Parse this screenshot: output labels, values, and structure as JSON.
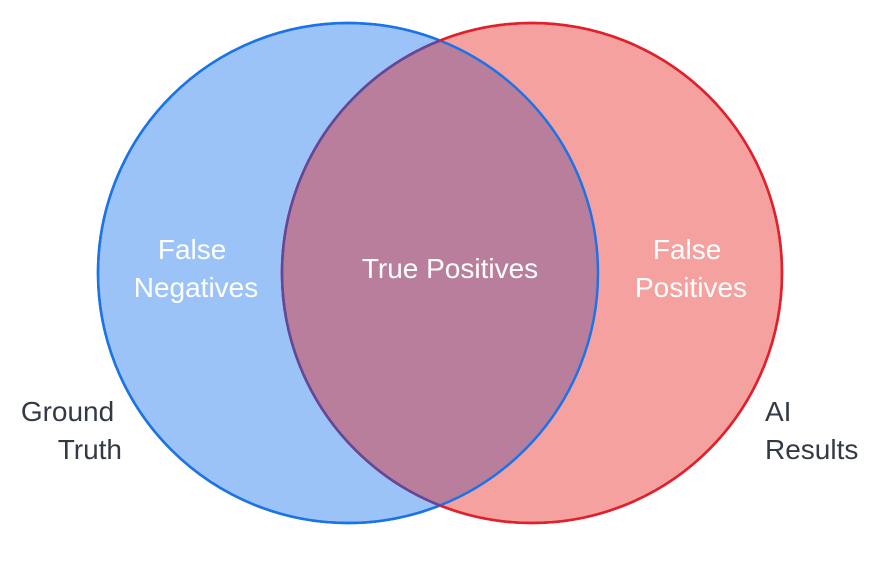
{
  "diagram": {
    "sets": {
      "left": {
        "label_lines": [
          "Ground",
          "Truth"
        ],
        "fill_color": "#9cc3f7",
        "stroke_color": "#1a73e8"
      },
      "right": {
        "label_lines": [
          "AI",
          "Results"
        ],
        "fill_color": "#f4a1a0",
        "stroke_color": "#e0202a"
      }
    },
    "regions": {
      "left_only": {
        "label_lines": [
          "False",
          "Negatives"
        ]
      },
      "overlap": {
        "label_lines": [
          "True Positives"
        ],
        "fill_color": "#b87e9c"
      },
      "right_only": {
        "label_lines": [
          "False",
          "Positives"
        ]
      }
    },
    "outer_stroke_overlap": "#5b4a9e"
  }
}
